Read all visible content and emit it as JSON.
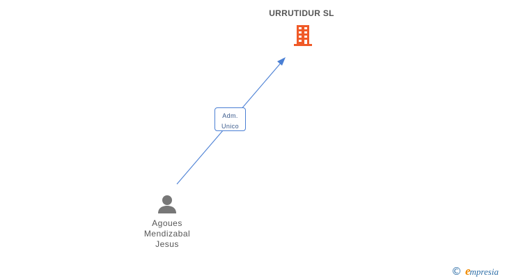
{
  "company": {
    "name": "URRUTIDUR SL",
    "icon": "building-icon",
    "icon_color": "#f05a28"
  },
  "relationship": {
    "role_line1": "Adm.",
    "role_line2": "Unico",
    "line_color": "#4a7fd4"
  },
  "person": {
    "name_line1": "Agoues",
    "name_line2": "Mendizabal",
    "name_line3": "Jesus",
    "icon": "person-icon",
    "icon_color": "#777777"
  },
  "brand": {
    "copyright_symbol": "©",
    "initial": "e",
    "name_rest": "mpresia",
    "initial_color": "#f08a00",
    "text_color": "#2f6fa8"
  }
}
